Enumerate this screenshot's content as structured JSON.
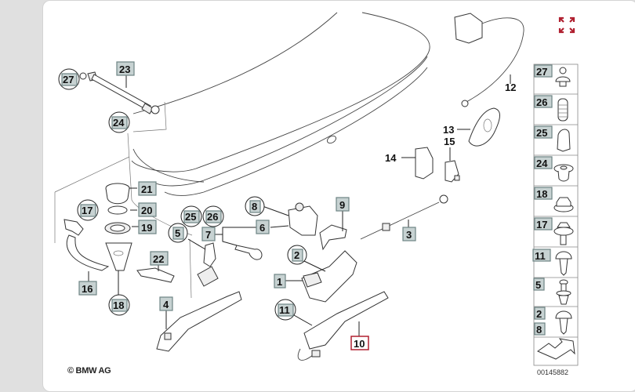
{
  "diagram": {
    "title": "Trunk lid / boot lock parts diagram",
    "copyright": "© BMW AG",
    "diagram_number": "00145882",
    "expand_icon": "expand-arrows-icon",
    "accent_color": "#b02030",
    "callouts": [
      {
        "id": "23",
        "style": "square"
      },
      {
        "id": "27",
        "style": "circle"
      },
      {
        "id": "24",
        "style": "circle"
      },
      {
        "id": "21",
        "style": "square"
      },
      {
        "id": "20",
        "style": "square"
      },
      {
        "id": "19",
        "style": "square"
      },
      {
        "id": "17",
        "style": "circle"
      },
      {
        "id": "16",
        "style": "square"
      },
      {
        "id": "18",
        "style": "circle"
      },
      {
        "id": "22",
        "style": "square"
      },
      {
        "id": "25",
        "style": "circle"
      },
      {
        "id": "26",
        "style": "circle"
      },
      {
        "id": "5",
        "style": "circle"
      },
      {
        "id": "7",
        "style": "square"
      },
      {
        "id": "6",
        "style": "square"
      },
      {
        "id": "8",
        "style": "circle"
      },
      {
        "id": "9",
        "style": "square"
      },
      {
        "id": "4",
        "style": "square"
      },
      {
        "id": "2",
        "style": "circle"
      },
      {
        "id": "1",
        "style": "square"
      },
      {
        "id": "11",
        "style": "circle"
      },
      {
        "id": "10",
        "style": "square-highlighted"
      },
      {
        "id": "3",
        "style": "square"
      },
      {
        "id": "14",
        "style": "plain"
      },
      {
        "id": "15",
        "style": "plain"
      },
      {
        "id": "13",
        "style": "plain"
      },
      {
        "id": "12",
        "style": "plain"
      }
    ],
    "hardware_legend": [
      {
        "id": "27",
        "part": "ball stud"
      },
      {
        "id": "26",
        "part": "rubber buffer"
      },
      {
        "id": "25",
        "part": "clip cap"
      },
      {
        "id": "24",
        "part": "grommet"
      },
      {
        "id": "18",
        "part": "hex nut"
      },
      {
        "id": "17",
        "part": "hex bolt with washer"
      },
      {
        "id": "11",
        "part": "screw"
      },
      {
        "id": "5",
        "part": "expanding rivet"
      },
      {
        "id": "2",
        "part": "screw",
        "also": "8"
      },
      {
        "id": "",
        "part": "tool / note arrow"
      }
    ]
  }
}
